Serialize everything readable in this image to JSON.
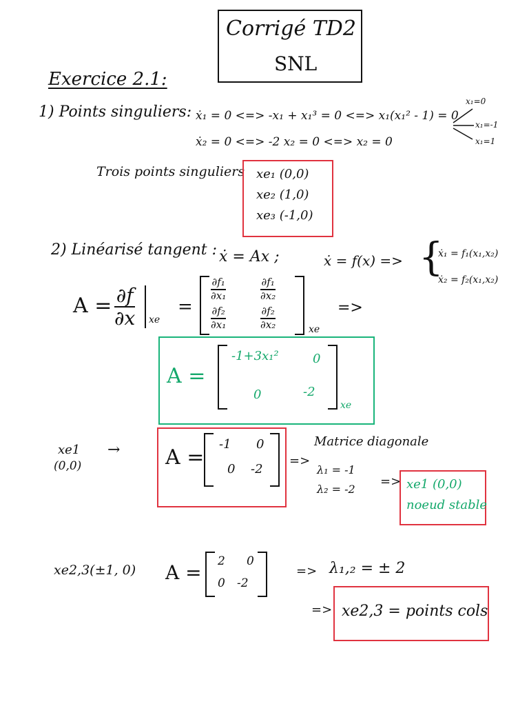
{
  "title_box": {
    "line1": "Corrigé TD2",
    "line2": "SNL"
  },
  "exercise_heading": "Exercice 2.1:",
  "part1": {
    "label": "1) Points singuliers:",
    "eq1": "ẋ₁ = 0 <=> -x₁ + x₁³ = 0 <=> x₁(x₁² - 1) = 0",
    "eq2": "ẋ₂ = 0    <=>  -2 x₂ = 0  <=> x₂ = 0",
    "sol0": "x₁=0",
    "sol1": "x₁=-1",
    "sol2": "x₁=1",
    "trois": "Trois points singuliers",
    "points": [
      "xe₁ (0,0)",
      "xe₂ (1,0)",
      "xe₃ (-1,0)"
    ]
  },
  "part2": {
    "label": "2) Linéarisé tangent :",
    "lin_eq": "ẋ = Ax ;",
    "f_eq": "ẋ = f(x) =>",
    "sys1": "ẋ₁ = f₁(x₁,x₂)",
    "sys2": "ẋ₂ = f₂(x₁,x₂)",
    "A_def": "A =",
    "df": "∂f",
    "dx": "∂x",
    "at_xe": "xe",
    "eq_sign": "=",
    "jac": [
      "∂f₁",
      "∂x₁",
      "∂f₁",
      "∂x₂",
      "∂f₂",
      "∂x₁",
      "∂f₂",
      "∂x₂"
    ],
    "implies": "=>",
    "A_green": "A =",
    "green_m11": "-1+3x₁²",
    "green_m12": "0",
    "green_m21": "0",
    "green_m22": "-2",
    "green_sub": "xe"
  },
  "case1": {
    "point": "xe1",
    "coords": "(0,0)",
    "arrow": "→",
    "A": "A =",
    "m11": "-1",
    "m12": "0",
    "m21": "0",
    "m22": "-2",
    "implies": "=>",
    "diag": "Matrice diagonale",
    "l1": "λ₁ = -1",
    "l2": "λ₂ = -2",
    "implies2": "=>",
    "result1": "xe1 (0,0)",
    "result2": "noeud stable"
  },
  "case23": {
    "point": "xe2,3(±1, 0)",
    "A": "A =",
    "m11": "2",
    "m12": "0",
    "m21": "0",
    "m22": "-2",
    "implies": "=>",
    "lambda": "λ₁,₂ = ± 2",
    "implies2": "=>",
    "result": "xe2,3 = points cols"
  }
}
